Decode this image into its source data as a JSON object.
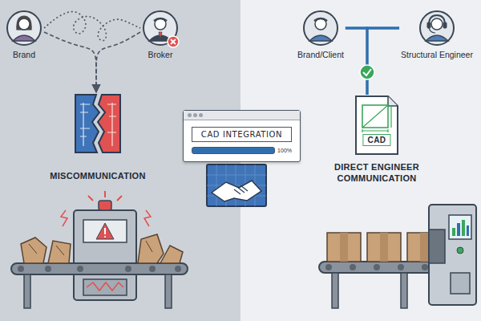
{
  "diagram": {
    "nodes": [
      {
        "text": [
          "Brand"
        ]
      },
      {
        "text": [
          "Broker"
        ]
      },
      {
        "text": [
          "MISCOMMUNICATION"
        ]
      },
      {
        "text": [
          "CAD INTEGRATION",
          "100%"
        ]
      },
      {
        "text": [
          "Brand/Client"
        ]
      },
      {
        "text": [
          "Structural Engineer"
        ]
      },
      {
        "text": [
          "CAD",
          "DIRECT ENGINEER COMMUNICATION"
        ]
      }
    ],
    "edges": [
      {
        "from": 0,
        "to": 1,
        "arrow": "none"
      },
      {
        "from": 0,
        "to": 2,
        "arrow": "to"
      },
      {
        "from": 1,
        "to": 2,
        "arrow": "to"
      },
      {
        "from": 4,
        "to": 5,
        "arrow": "none"
      },
      {
        "from": 4,
        "to": 6,
        "arrow": "none"
      },
      {
        "from": 5,
        "to": 6,
        "arrow": "none"
      }
    ]
  }
}
